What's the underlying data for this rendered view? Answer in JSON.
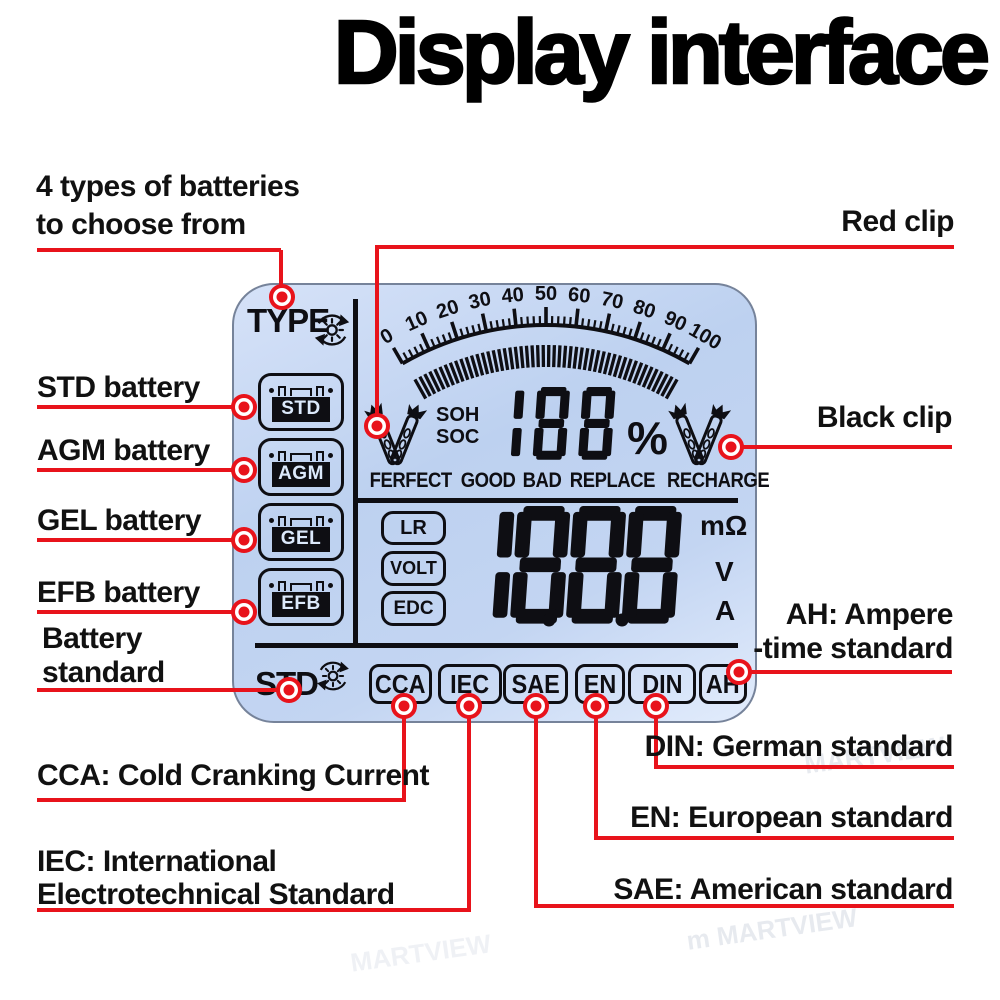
{
  "title": "Display interface",
  "watermark_text": "MARTVIEW",
  "colors": {
    "accent": "#e8131b",
    "ink": "#0e0e13",
    "lcd_light": "#d6e2f8",
    "lcd_dark": "#bdd1f0"
  },
  "callouts": {
    "battery_types": {
      "line1": "4 types of batteries",
      "line2": "to choose from"
    },
    "red_clip": "Red clip",
    "std": "STD battery",
    "agm": "AGM battery",
    "gel": "GEL battery",
    "efb": "EFB battery",
    "battery_standard": {
      "line1": "Battery",
      "line2": "standard"
    },
    "black_clip": "Black clip",
    "ah": {
      "line1": "AH: Ampere",
      "line2": "-time standard"
    },
    "din": "DIN: German standard",
    "en": "EN: European standard",
    "sae": "SAE: American standard",
    "cca": "CCA: Cold Cranking Current",
    "iec": {
      "line1": "IEC: International",
      "line2": "Electrotechnical Standard"
    }
  },
  "lcd": {
    "type_label": "TYPE",
    "std_label": "STD",
    "battery_types": [
      "STD",
      "AGM",
      "GEL",
      "EFB"
    ],
    "soh": "SOH",
    "soc": "SOC",
    "percent_display": {
      "digits": "188",
      "suffix": "%"
    },
    "status_labels": [
      "FERFECT",
      "GOOD",
      "BAD",
      "REPLACE",
      "RECHARGE"
    ],
    "mode_labels": [
      "LR",
      "VOLT",
      "EDC"
    ],
    "main_display": {
      "digits": "1888",
      "decimal_after": [
        1,
        2
      ]
    },
    "units": [
      "mΩ",
      "V",
      "A"
    ],
    "standards": [
      "CCA",
      "IEC",
      "SAE",
      "EN",
      "DIN",
      "AH"
    ],
    "meter": {
      "min": 0,
      "max": 100,
      "tick_labels": [
        "0",
        "10",
        "20",
        "30",
        "40",
        "50",
        "60",
        "70",
        "80",
        "90",
        "100"
      ]
    }
  }
}
